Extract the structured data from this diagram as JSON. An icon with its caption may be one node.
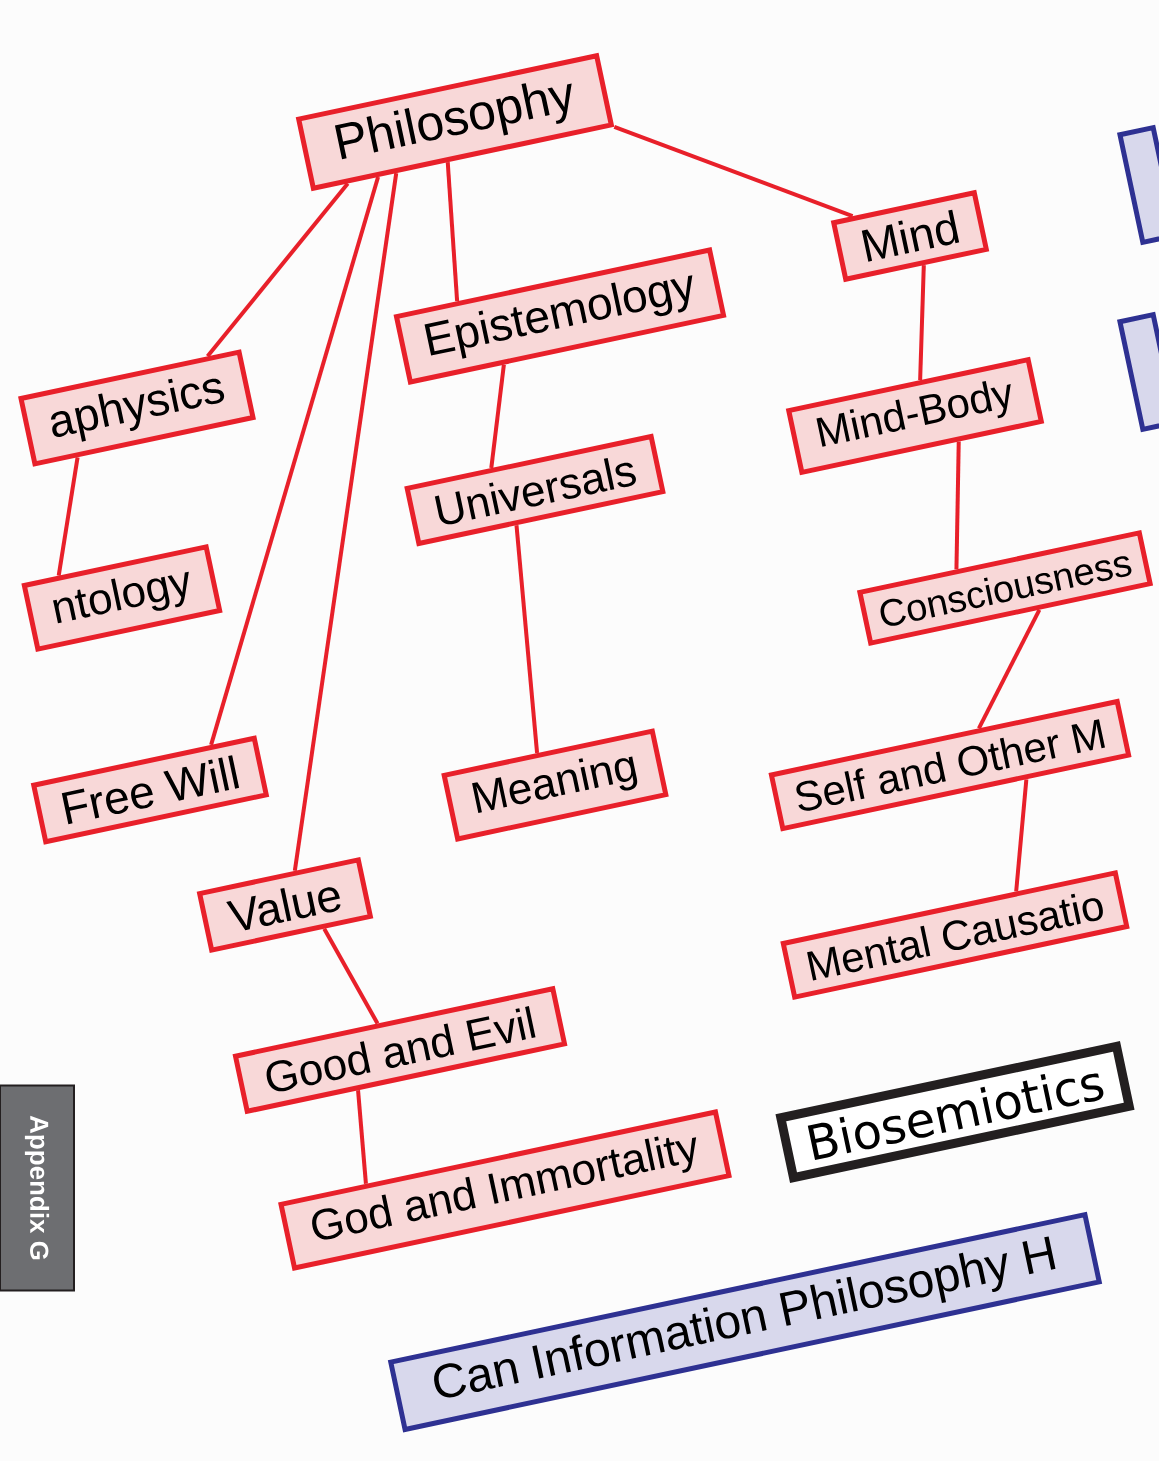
{
  "diagram": {
    "nodes": [
      {
        "text": [
          "Philosophy"
        ]
      },
      {
        "text": [
          "Mind"
        ]
      },
      {
        "text": [
          "aphysics"
        ]
      },
      {
        "text": [
          "Epistemology"
        ]
      },
      {
        "text": [
          "Mind-Body"
        ]
      },
      {
        "text": [
          "Universals"
        ]
      },
      {
        "text": [
          "ntology"
        ]
      },
      {
        "text": [
          "Biosemiotics"
        ]
      },
      {
        "text": [
          "Consciousness"
        ]
      },
      {
        "text": [
          "Free Will"
        ]
      },
      {
        "text": [
          "Meaning"
        ]
      },
      {
        "text": [
          "Self and Other M"
        ]
      },
      {
        "text": [
          "Value"
        ]
      },
      {
        "text": [
          "Mental Causatio"
        ]
      },
      {
        "text": [
          "Good and Evil"
        ]
      },
      {
        "text": [
          "God and Immortality"
        ]
      },
      {
        "text": [
          "Can Information Philosophy H"
        ]
      },
      {
        "text": [],
        "shape": "box"
      },
      {
        "text": [],
        "shape": "box"
      }
    ],
    "edges": [
      {
        "from": 0,
        "to": 2,
        "arrow": "none"
      },
      {
        "from": 0,
        "to": 9,
        "arrow": "none"
      },
      {
        "from": 0,
        "to": 12,
        "arrow": "none"
      },
      {
        "from": 0,
        "to": 3,
        "arrow": "none"
      },
      {
        "from": 0,
        "to": 1,
        "arrow": "none"
      },
      {
        "from": 2,
        "to": 6,
        "arrow": "none"
      },
      {
        "from": 3,
        "to": 5,
        "arrow": "none"
      },
      {
        "from": 5,
        "to": 10,
        "arrow": "none"
      },
      {
        "from": 1,
        "to": 4,
        "arrow": "none"
      },
      {
        "from": 4,
        "to": 8,
        "arrow": "none"
      },
      {
        "from": 8,
        "to": 11,
        "arrow": "none"
      },
      {
        "from": 11,
        "to": 13,
        "arrow": "none"
      },
      {
        "from": 12,
        "to": 14,
        "arrow": "none"
      },
      {
        "from": 14,
        "to": 15,
        "arrow": "none"
      }
    ],
    "labels": [
      "Appendix G"
    ]
  }
}
